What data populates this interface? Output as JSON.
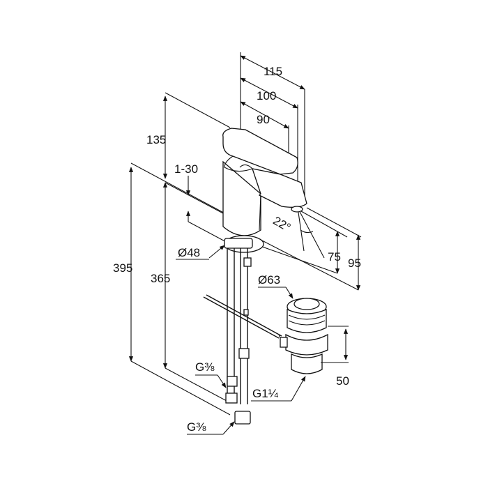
{
  "dimensions": {
    "d115": "115",
    "d100": "100",
    "d90": "90",
    "d135": "135",
    "d1_30": "1-30",
    "angle": "22°",
    "dia48": "Ø48",
    "d75": "75",
    "d95": "95",
    "d395": "395",
    "d365": "365",
    "dia63": "Ø63",
    "g38_upper": "G⅜",
    "g114": "G1¼",
    "d50": "50",
    "g38_lower": "G⅜"
  },
  "colors": {
    "line": "#111111",
    "background": "#ffffff"
  }
}
